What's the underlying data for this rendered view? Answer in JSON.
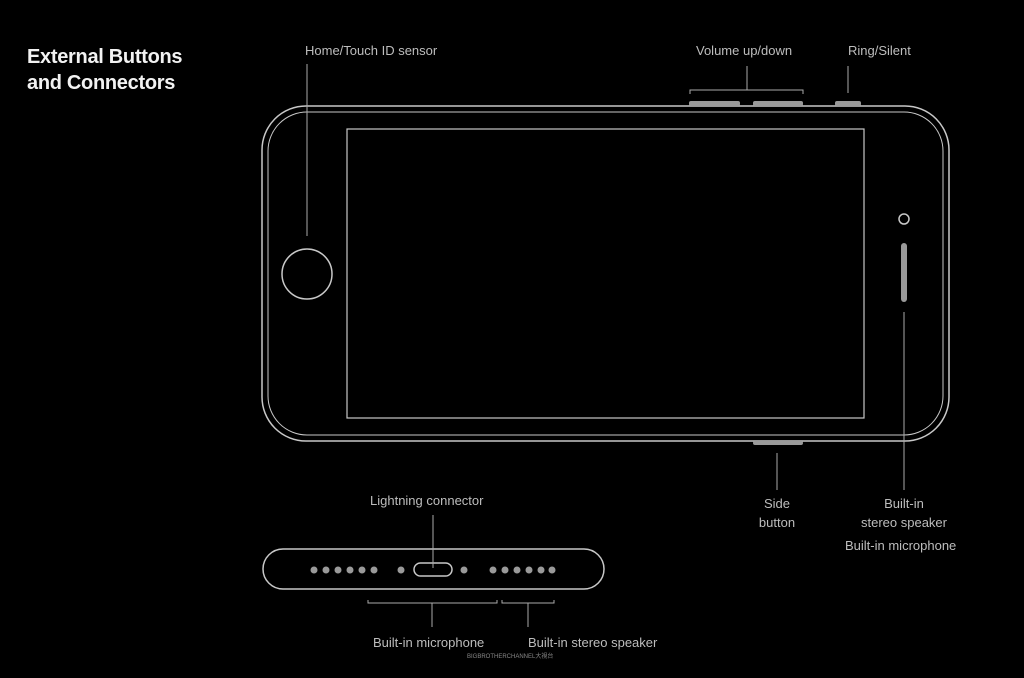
{
  "title": {
    "line1": "External Buttons",
    "line2": "and Connectors"
  },
  "labels": {
    "home": "Home/Touch ID sensor",
    "volume": "Volume up/down",
    "ring": "Ring/Silent",
    "side_1": "Side",
    "side_2": "button",
    "speaker_top_1": "Built-in",
    "speaker_top_2": "stereo speaker",
    "mic_right": "Built-in microphone",
    "lightning": "Lightning connector",
    "mic_bottom": "Built-in microphone",
    "speaker_bottom": "Built-in stereo speaker"
  },
  "watermark": "BIGBROTHERCHANNEL大視台",
  "colors": {
    "background": "#000000",
    "outline": "#c8c8c8",
    "label": "#bdbdbd",
    "button": "#9a9a9a"
  }
}
